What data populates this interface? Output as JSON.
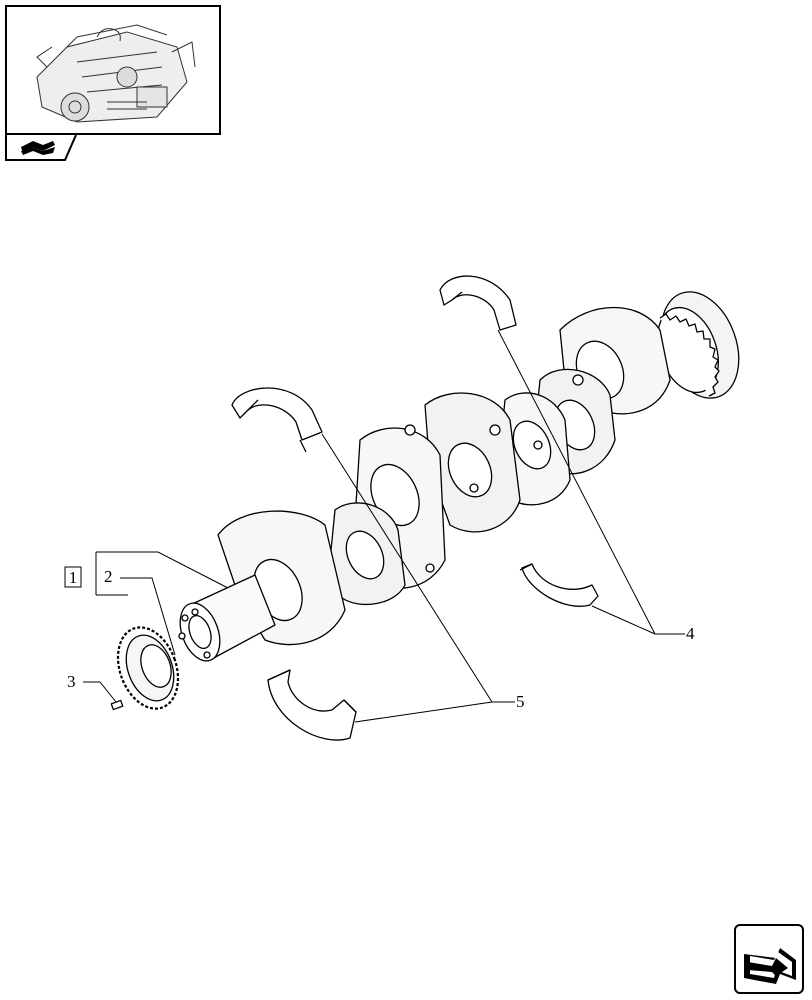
{
  "callouts": {
    "group": "1",
    "gear_label": "2",
    "pin_label": "3",
    "upper_bearing_label": "4",
    "lower_bearing_label": "5"
  },
  "icons": {
    "thumbnail": "engine-thumbnail-icon",
    "book": "book-icon",
    "next_page": "next-page-arrow-icon"
  }
}
